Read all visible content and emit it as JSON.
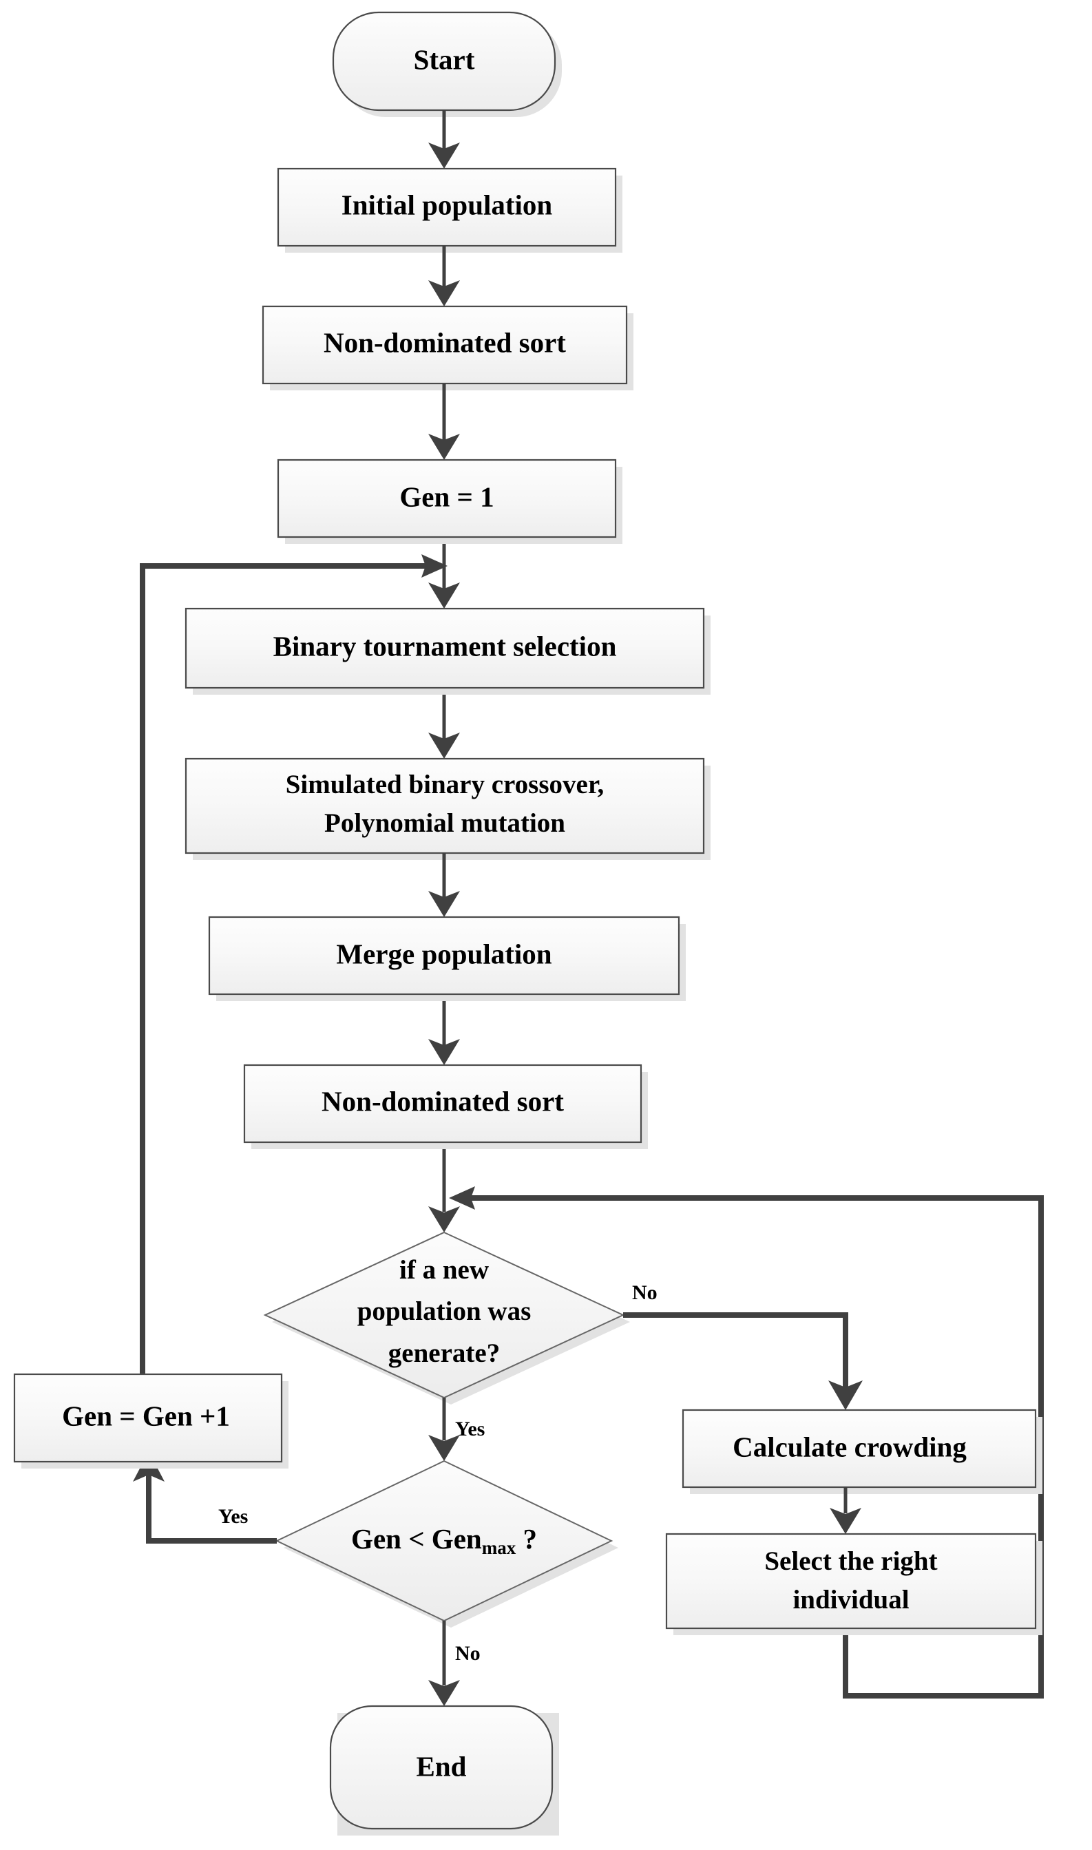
{
  "diagram": {
    "title": "NSGA-II algorithm flowchart",
    "type": "flowchart",
    "background_color": "#ffffff",
    "line_color": "#404040",
    "box_border_color": "#4a4a4a",
    "box_fill_top": "#fdfdfd",
    "box_fill_bottom": "#eeeeee",
    "shadow_color": "#e2e2e2"
  },
  "nodes": {
    "start": {
      "label": "Start",
      "shape": "terminator"
    },
    "initial_population": {
      "label": "Initial population",
      "shape": "process"
    },
    "non_dominated_sort_1": {
      "label": "Non-dominated sort",
      "shape": "process"
    },
    "gen_init": {
      "label": "Gen = 1",
      "shape": "process"
    },
    "binary_tournament": {
      "label": "Binary tournament selection",
      "shape": "process"
    },
    "crossover_mutation": {
      "label_line1": "Simulated binary crossover,",
      "label_line2": "Polynomial mutation",
      "shape": "process"
    },
    "merge_population": {
      "label": "Merge population",
      "shape": "process"
    },
    "non_dominated_sort_2": {
      "label": "Non-dominated sort",
      "shape": "process"
    },
    "decision_new_population": {
      "label_line1": "if a new",
      "label_line2": "population was",
      "label_line3": "generate?",
      "shape": "decision"
    },
    "decision_gen_max": {
      "label_prefix": "Gen < Gen",
      "label_subscript": "max",
      "label_suffix": " ?",
      "shape": "decision"
    },
    "gen_increment": {
      "label": "Gen = Gen +1",
      "shape": "process"
    },
    "calculate_crowding": {
      "label": "Calculate crowding",
      "shape": "process"
    },
    "select_individual": {
      "label_line1": "Select the right",
      "label_line2": "individual",
      "shape": "process"
    },
    "end": {
      "label": "End",
      "shape": "terminator"
    }
  },
  "edge_labels": {
    "no_new_population": "No",
    "yes_new_population": "Yes",
    "yes_gen_max": "Yes",
    "no_gen_max": "No"
  }
}
